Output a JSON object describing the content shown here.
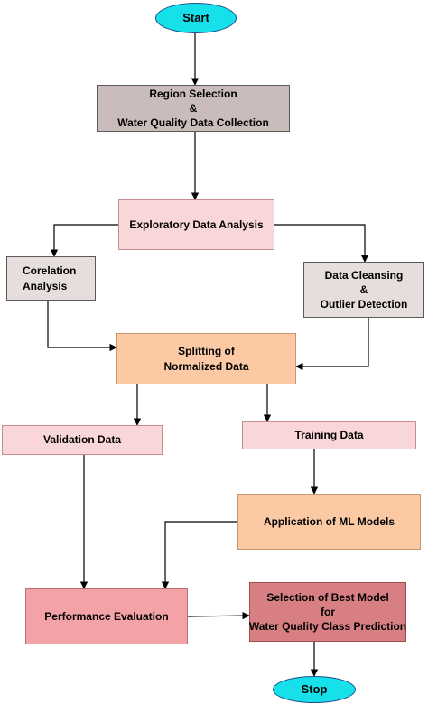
{
  "nodes": {
    "start": {
      "lines": [
        "Start"
      ]
    },
    "region": {
      "lines": [
        "Region Selection",
        "&",
        "Water Quality Data Collection"
      ]
    },
    "eda": {
      "lines": [
        "Exploratory Data Analysis"
      ]
    },
    "corel": {
      "lines": [
        "Corelation",
        "Analysis"
      ]
    },
    "clean": {
      "lines": [
        "Data Cleansing",
        "&",
        "Outlier Detection"
      ]
    },
    "split": {
      "lines": [
        "Splitting of",
        "Normalized Data"
      ]
    },
    "valid": {
      "lines": [
        "Validation Data"
      ]
    },
    "train": {
      "lines": [
        "Training Data"
      ]
    },
    "ml": {
      "lines": [
        "Application of ML Models"
      ]
    },
    "perf": {
      "lines": [
        "Performance Evaluation"
      ]
    },
    "best": {
      "lines": [
        "Selection of Best Model",
        "for",
        "Water Quality Class Prediction"
      ]
    },
    "stop": {
      "lines": [
        "Stop"
      ]
    }
  },
  "colors": {
    "terminal": "#16e0ea",
    "region": "#cbbcbc",
    "pink": "#f9d6d7",
    "grey": "#e6dddd",
    "peach": "#fbcaa5",
    "performance": "#f3a3a7",
    "best_model": "#d77f82",
    "arrow": "#000000"
  }
}
